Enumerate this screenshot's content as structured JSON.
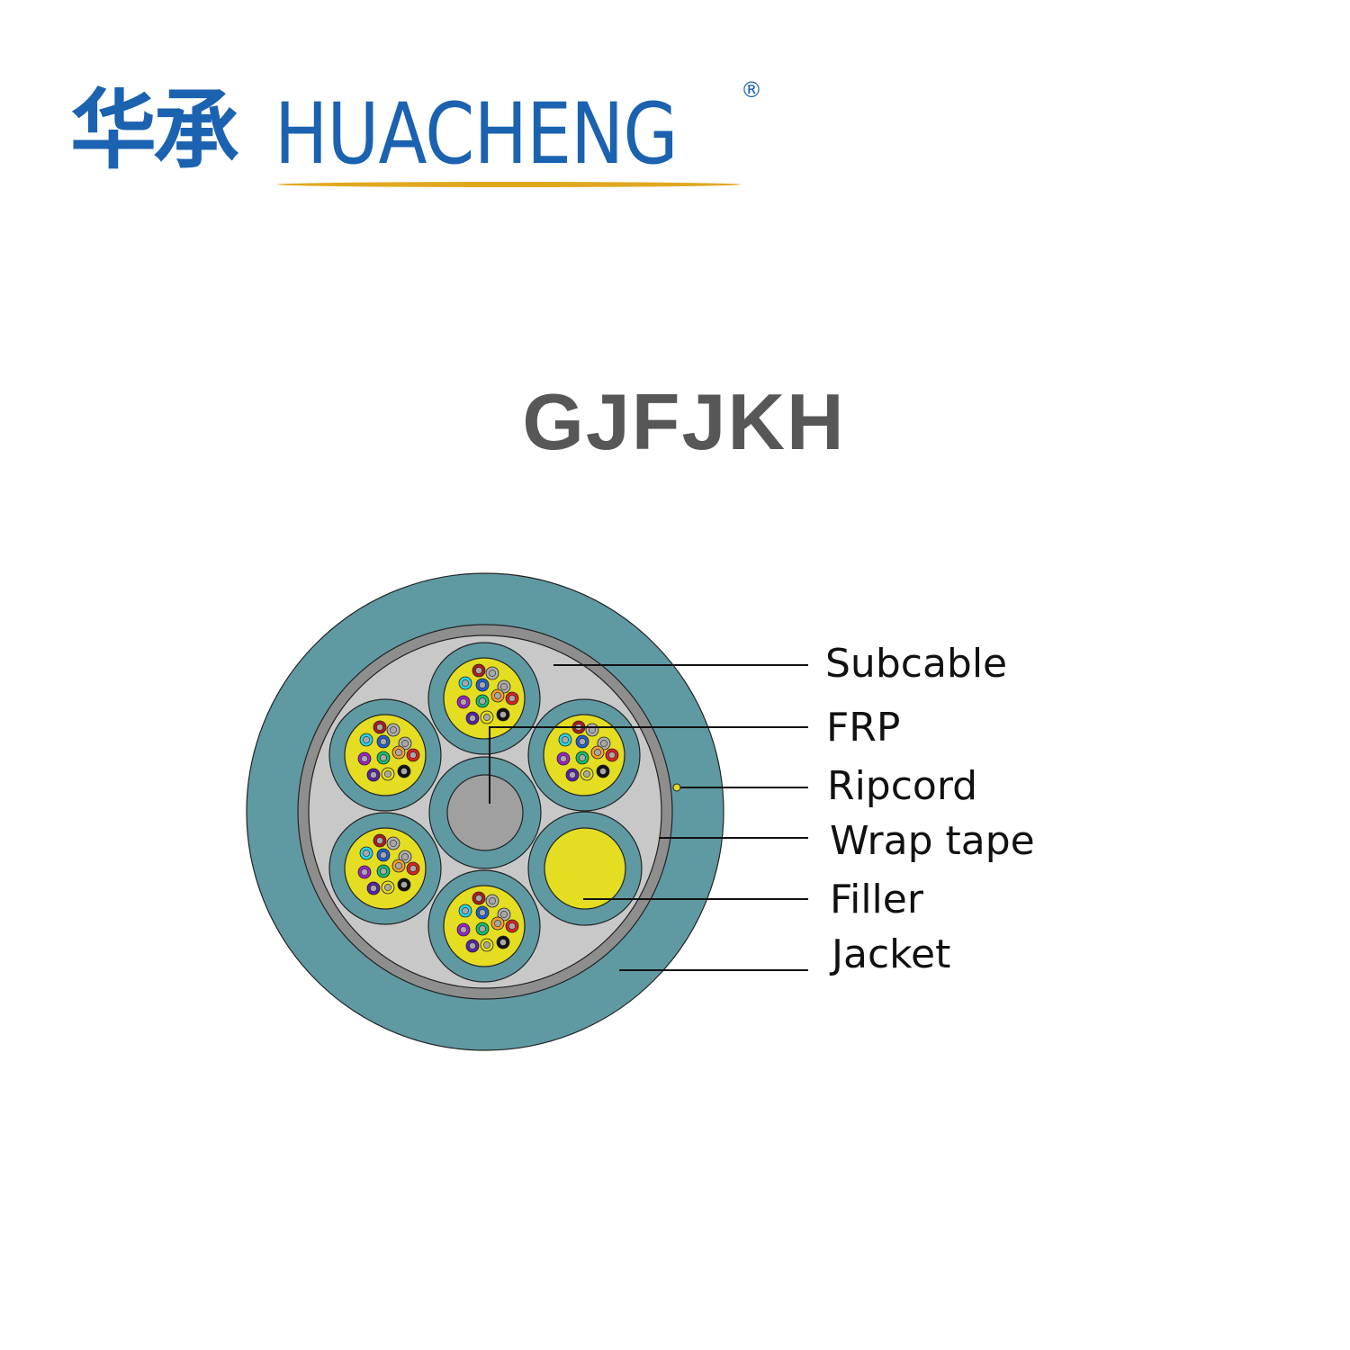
{
  "brand": {
    "cn_name": "华承",
    "en_name": "HUACHENG",
    "registered_mark": "®",
    "colors": {
      "primary": "#1b62b0",
      "underline": "#e0a820"
    }
  },
  "title": "GJFJKH",
  "diagram": {
    "colors": {
      "jacket": "#5f9aa3",
      "wrap_tape": "#8e8e8e",
      "core_fill": "#c8c8c8",
      "subcable_sheath": "#5f9aa3",
      "gel": "#e4dd22",
      "frp": "#a0a0a0",
      "ripcord": "#e4dd22",
      "fiber_core": "#a8a8a8"
    },
    "fiber_colors": [
      "#b01c1c",
      "#b0b0b0",
      "#26d4f0",
      "#1f5fd8",
      "#b0b0b0",
      "#a020d0",
      "#10c070",
      "#f0a030",
      "#e02020",
      "#5a1fb0",
      "#e4dd22",
      "#111111"
    ],
    "labels": [
      {
        "id": "subcable",
        "text": "Subcable"
      },
      {
        "id": "frp",
        "text": "FRP"
      },
      {
        "id": "ripcord",
        "text": "Ripcord"
      },
      {
        "id": "wrap_tape",
        "text": "Wrap tape"
      },
      {
        "id": "filler",
        "text": "Filler"
      },
      {
        "id": "jacket",
        "text": "Jacket"
      }
    ]
  }
}
